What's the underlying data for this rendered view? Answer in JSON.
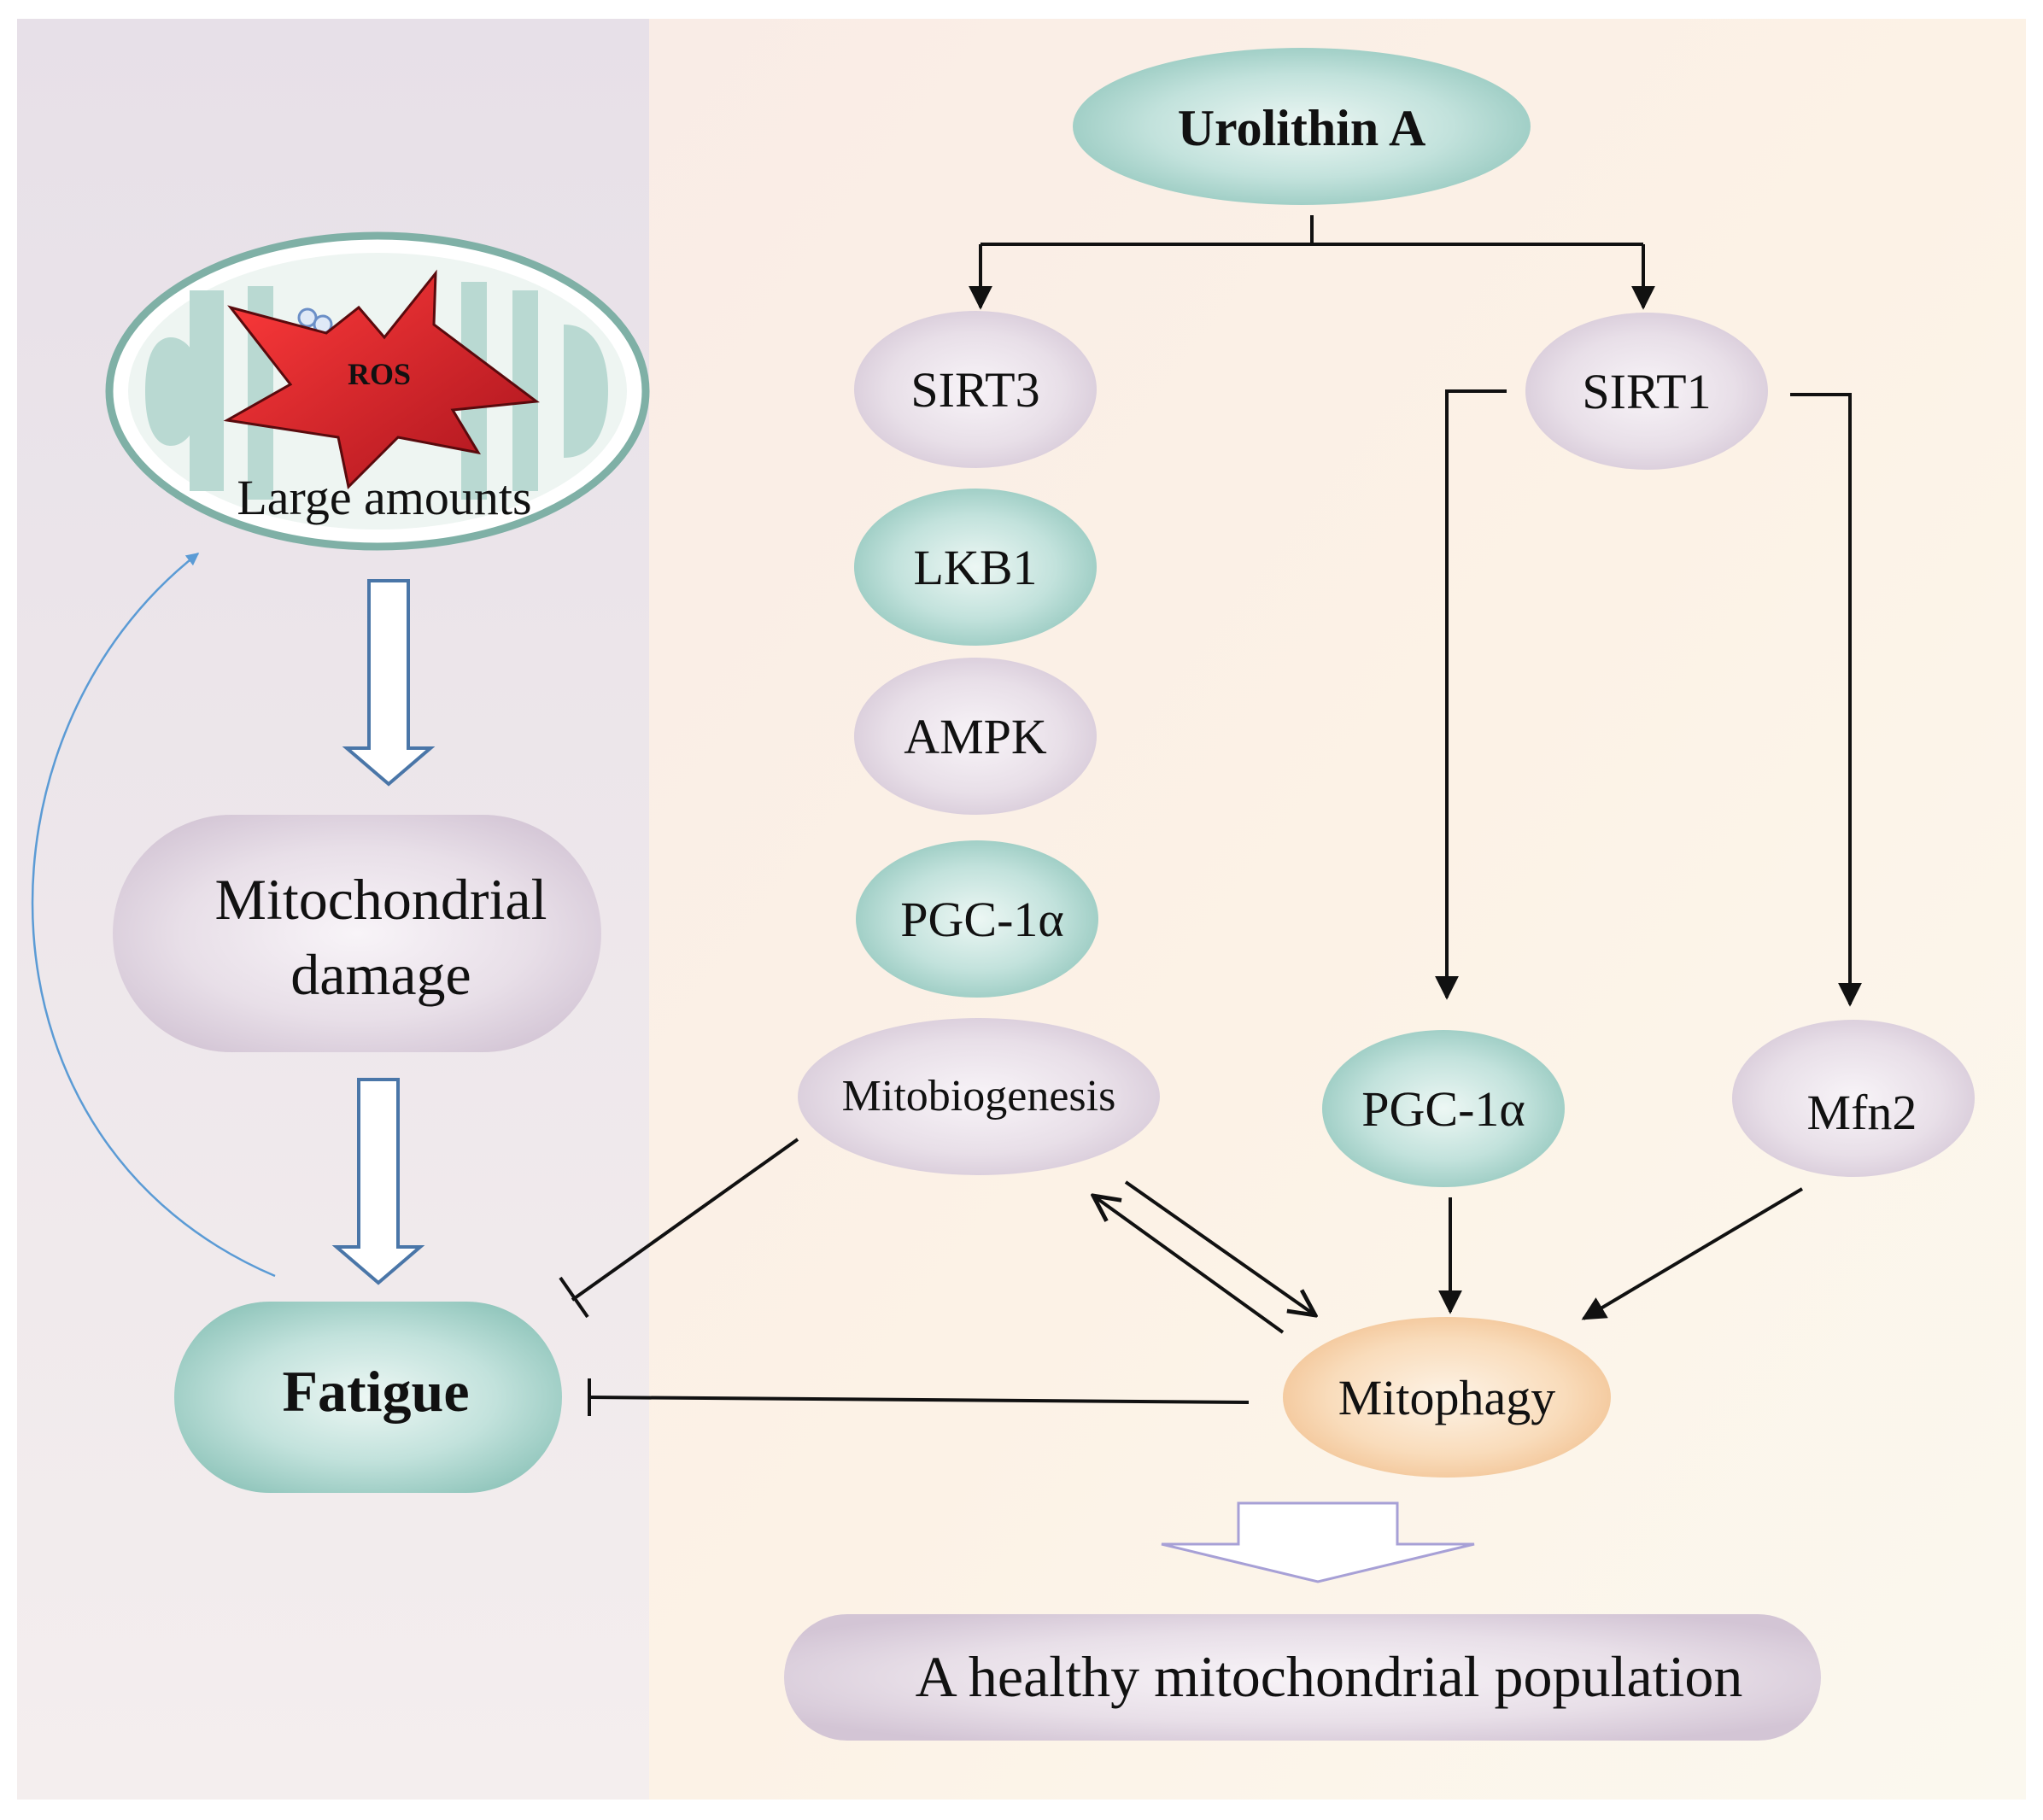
{
  "nodes": {
    "urolithin": "Urolithin A",
    "sirt3": "SIRT3",
    "sirt1": "SIRT1",
    "lkb1": "LKB1",
    "ampk": "AMPK",
    "pgc_left": "PGC-1α",
    "mitobiogenesis": "Mitobiogenesis",
    "pgc_right": "PGC-1α",
    "mfn2": "Mfn2",
    "mitophagy": "Mitophagy",
    "healthy": "A healthy mitochondrial population",
    "ros": "ROS",
    "large_amounts": "Large amounts",
    "mito_damage_line1": "Mitochondrial",
    "mito_damage_line2": "damage",
    "fatigue": "Fatigue"
  },
  "colors": {
    "teal": "#a9d3cb",
    "lavender": "#ddd2df",
    "peach": "#f6cfa8",
    "ros_red": "#e0242e",
    "left_panel": "#e9e3e9",
    "right_panel": "#fbf1e6",
    "hollow_arrow_blue": "#4a76a8",
    "hollow_arrow_lilac": "#a7a0d6",
    "feedback_arrow": "#5b9bd5"
  }
}
